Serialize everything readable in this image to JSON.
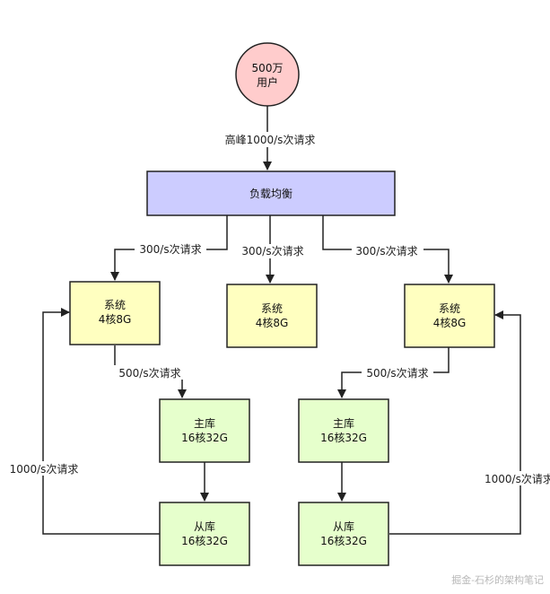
{
  "nodes": {
    "users": {
      "line1": "500万",
      "line2": "用户",
      "fill": "#ffcccc"
    },
    "lb": {
      "label": "负载均衡",
      "fill": "#ccccff"
    },
    "sys_l": {
      "line1": "系统",
      "line2": "4核8G",
      "fill": "#ffffc0"
    },
    "sys_m": {
      "line1": "系统",
      "line2": "4核8G",
      "fill": "#ffffc0"
    },
    "sys_r": {
      "line1": "系统",
      "line2": "4核8G",
      "fill": "#ffffc0"
    },
    "db_master_l": {
      "line1": "主库",
      "line2": "16核32G",
      "fill": "#e6ffcc"
    },
    "db_master_r": {
      "line1": "主库",
      "line2": "16核32G",
      "fill": "#e6ffcc"
    },
    "db_slave_l": {
      "line1": "从库",
      "line2": "16核32G",
      "fill": "#e6ffcc"
    },
    "db_slave_r": {
      "line1": "从库",
      "line2": "16核32G",
      "fill": "#e6ffcc"
    }
  },
  "edges": {
    "users_to_lb": "高峰1000/s次请求",
    "lb_to_sys_l": "300/s次请求",
    "lb_to_sys_m": "300/s次请求",
    "lb_to_sys_r": "300/s次请求",
    "sys_l_to_master": "500/s次请求",
    "sys_r_to_master": "500/s次请求",
    "slave_l_to_sys_l": "1000/s次请求",
    "slave_r_to_sys_r": "1000/s次请求"
  },
  "watermark": "掘金-石杉的架构笔记"
}
